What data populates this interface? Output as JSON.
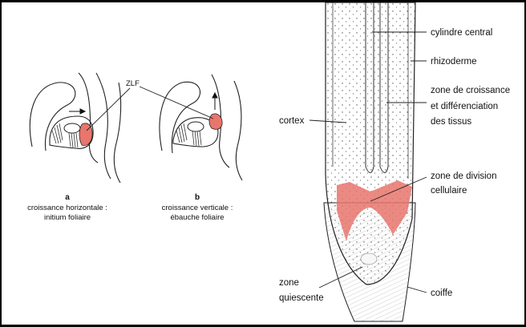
{
  "figure": {
    "zlf_label": "ZLF",
    "panel_a": {
      "letter": "a",
      "caption_line1": "croissance horizontale :",
      "caption_line2": "initium foliaire"
    },
    "panel_b": {
      "letter": "b",
      "caption_line1": "croissance verticale :",
      "caption_line2": "ébauche foliaire"
    },
    "root_labels": {
      "cylindre_central": "cylindre central",
      "rhizoderme": "rhizoderme",
      "croissance_line1": "zone de croissance",
      "croissance_line2": "et différenciation",
      "croissance_line3": "des tissus",
      "cortex": "cortex",
      "division_line1": "zone de division",
      "division_line2": "cellulaire",
      "quiescente_line1": "zone",
      "quiescente_line2": "quiescente",
      "coiffe": "coiffe"
    }
  },
  "colors": {
    "highlight": "#e8766c",
    "line": "#222222",
    "frame": "#000000"
  }
}
